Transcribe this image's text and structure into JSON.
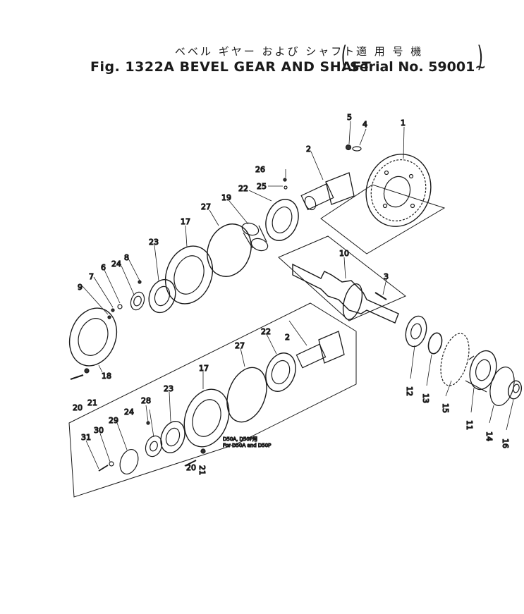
{
  "header": {
    "title_jp": "ベベル ギヤー および シャフト",
    "serial_jp": "適 用 号 機",
    "fig_title": "Fig. 1322A  BEVEL GEAR AND SHAFT",
    "serial": "Serial No. 59001~"
  },
  "callouts": [
    "1",
    "2",
    "3",
    "4",
    "5",
    "6",
    "7",
    "8",
    "9",
    "10",
    "11",
    "12",
    "13",
    "14",
    "15",
    "16",
    "17",
    "18",
    "19",
    "20",
    "21",
    "22",
    "23",
    "24",
    "25",
    "26",
    "27",
    "28",
    "29",
    "30",
    "31"
  ],
  "labels": {
    "n1": "1",
    "n2": "2",
    "n3": "3",
    "n4": "4",
    "n5": "5",
    "n6": "6",
    "n7": "7",
    "n8": "8",
    "n9": "9",
    "n10": "10",
    "n11": "11",
    "n12": "12",
    "n13": "13",
    "n14": "14",
    "n15": "15",
    "n16": "16",
    "n17": "17",
    "n18": "18",
    "n19": "19",
    "n20": "20",
    "n21": "21",
    "n22": "22",
    "n23": "23",
    "n24": "24",
    "n25": "25",
    "n26": "26",
    "n27": "27",
    "n28": "28",
    "n29": "29",
    "n30": "30",
    "n31": "31"
  },
  "inset_note": {
    "line1": "D50A, D50P用",
    "line2": "For D50A and D50P"
  }
}
